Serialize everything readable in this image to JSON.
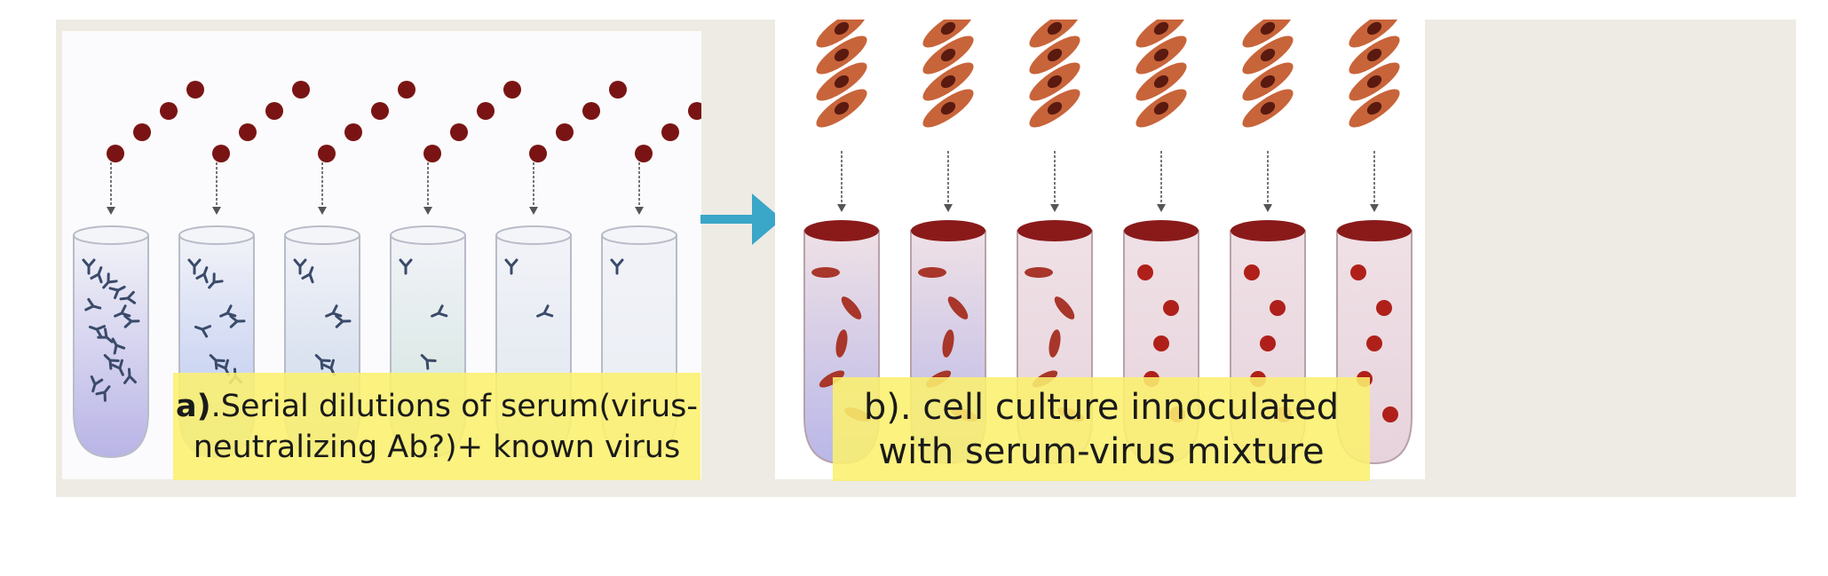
{
  "panel_a": {
    "caption_prefix": "a)",
    "caption_line1_rest": ".Serial dilutions of serum(virus-",
    "caption_line2": "neutralizing Ab?)+ known virus"
  },
  "panel_b": {
    "caption_line1": "b). cell culture  innoculated",
    "caption_line2": "with serum-virus mixture"
  },
  "colors": {
    "background": "#edebe3",
    "arrow": "#3aa6c8",
    "virus": "#7a1414",
    "caption_bg": "#f7ec6a",
    "cell": "#c8643a",
    "antibody": "#3a4a6a"
  },
  "icons": {
    "virus": "virus-particle-icon",
    "antibody": "antibody-icon",
    "cell": "cell-icon",
    "tube": "test-tube-icon",
    "arrow": "right-arrow-icon"
  }
}
